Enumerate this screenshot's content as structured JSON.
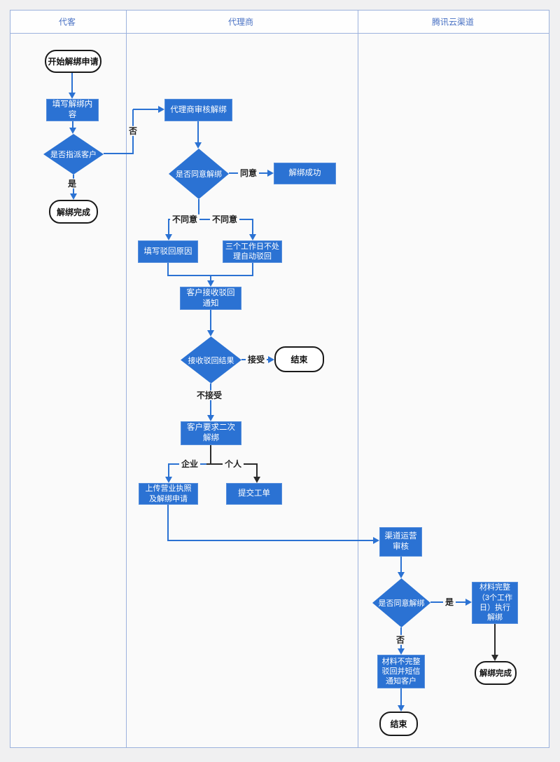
{
  "lanes": [
    {
      "title": "代客"
    },
    {
      "title": "代理商"
    },
    {
      "title": "腾讯云渠道"
    }
  ],
  "nodes": {
    "start_request": {
      "text": "开始解绑申请",
      "type": "terminal"
    },
    "fill_content": {
      "text": "填写解绑内\n容",
      "type": "process"
    },
    "assign_decision": {
      "text": "是否指派客户",
      "type": "decision"
    },
    "unbind_done_1": {
      "text": "解绑完成",
      "type": "terminal"
    },
    "agent_review": {
      "text": "代理商审核解绑",
      "type": "process"
    },
    "agree_decision": {
      "text": "是否同意解绑",
      "type": "decision"
    },
    "unbind_success": {
      "text": "解绑成功",
      "type": "process"
    },
    "fill_reject_reason": {
      "text": "填写驳回原因",
      "type": "process"
    },
    "auto_reject": {
      "text": "三个工作日不处\n理自动驳回",
      "type": "process"
    },
    "receive_notice": {
      "text": "客户接收驳回\n通知",
      "type": "process"
    },
    "reject_result_decision": {
      "text": "接收驳回结果",
      "type": "decision"
    },
    "end_1": {
      "text": "结束",
      "type": "terminal"
    },
    "second_unbind": {
      "text": "客户要求二次\n解绑",
      "type": "process"
    },
    "upload_license": {
      "text": "上传营业执照\n及解绑申请",
      "type": "process"
    },
    "submit_ticket": {
      "text": "提交工单",
      "type": "process"
    },
    "channel_review": {
      "text": "渠道运营\n审核",
      "type": "process"
    },
    "channel_agree_decision": {
      "text": "是否同意解绑",
      "type": "decision"
    },
    "material_complete": {
      "text": "材料完整\n（3个工作\n日）执行\n解绑",
      "type": "process"
    },
    "material_incomplete": {
      "text": "材料不完整\n驳回并短信\n通知客户",
      "type": "process"
    },
    "unbind_done_2": {
      "text": "解绑完成",
      "type": "terminal"
    },
    "end_2": {
      "text": "结束",
      "type": "terminal"
    }
  },
  "edge_labels": {
    "no_assign": "否",
    "yes_assign": "是",
    "agree": "同意",
    "disagree_left": "不同意",
    "disagree_right": "不同意",
    "accept": "接受",
    "not_accept": "不接受",
    "enterprise": "企业",
    "personal": "个人",
    "yes_complete": "是",
    "no_incomplete": "否"
  },
  "colors": {
    "node_blue": "#2b72d3",
    "line_blue": "#2b72d3",
    "line_black": "#2b2b2b",
    "lane_border": "#9cb2dd",
    "header_text": "#4a72c4",
    "lane_background": "#fafafa",
    "page_background": "#f0f0f1"
  }
}
